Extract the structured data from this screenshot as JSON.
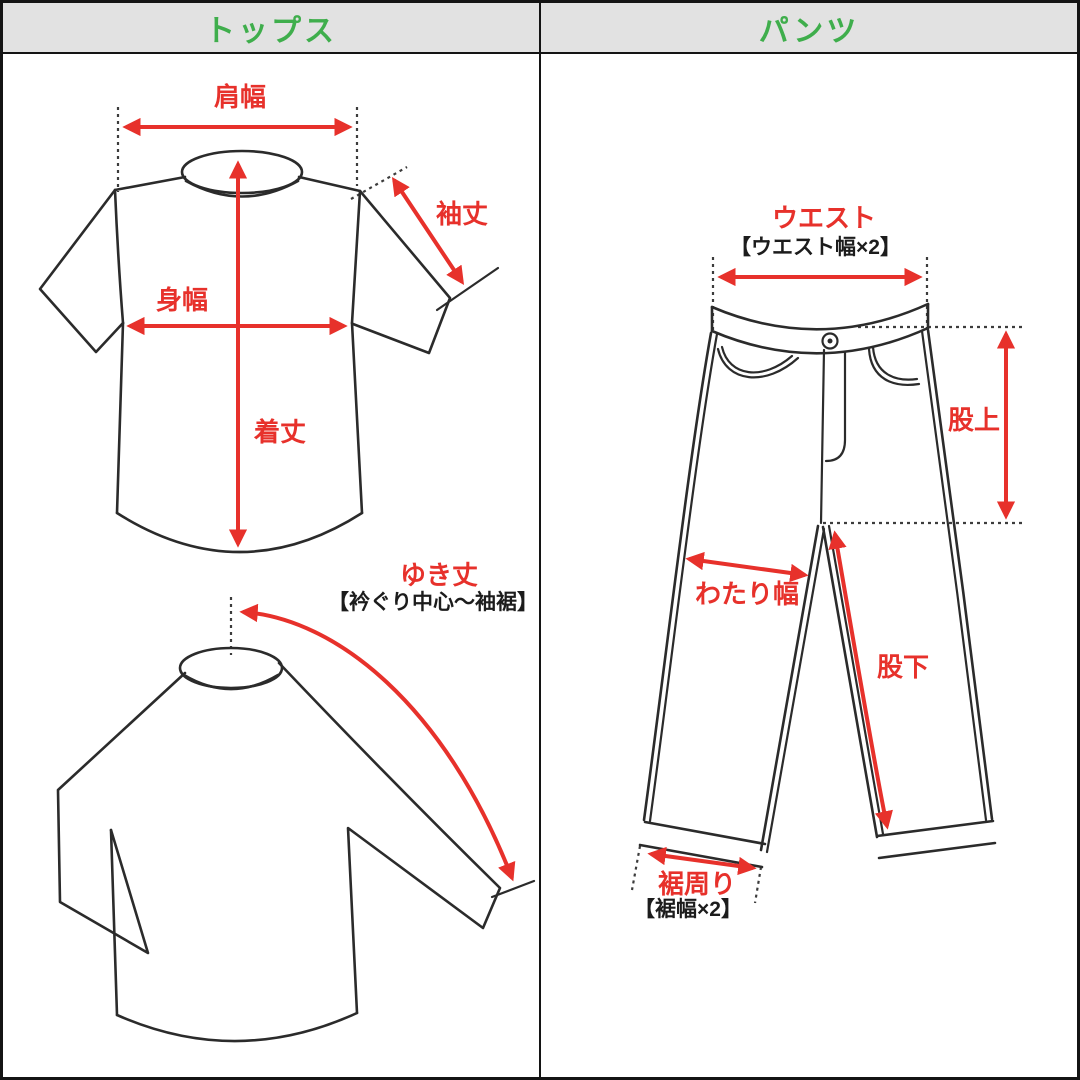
{
  "headers": {
    "tops": "トップス",
    "pants": "パンツ"
  },
  "tops": {
    "shoulder_width": "肩幅",
    "sleeve_length": "袖丈",
    "body_width": "身幅",
    "garment_length": "着丈",
    "sleeve_total_length": "ゆき丈",
    "sleeve_total_note": "【衿ぐり中心〜袖裾】"
  },
  "pants": {
    "waist": "ウエスト",
    "waist_note": "【ウエスト幅×2】",
    "rise": "股上",
    "thigh_width": "わたり幅",
    "inseam": "股下",
    "hem_around": "裾周り",
    "hem_note": "【裾幅×2】"
  },
  "colors": {
    "red": "#e7312b",
    "green": "#3fae4c",
    "header_bg": "#e2e2e2"
  }
}
